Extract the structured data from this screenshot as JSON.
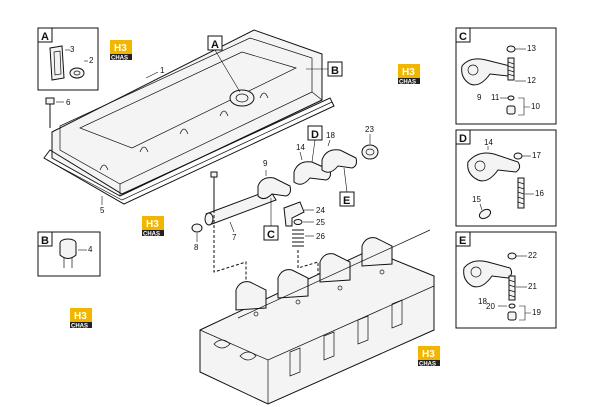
{
  "insets": {
    "A": {
      "letter": "A",
      "labels": [
        "3",
        "2"
      ]
    },
    "B": {
      "letter": "B",
      "labels": [
        "4"
      ]
    },
    "C": {
      "letter": "C",
      "labels": [
        "13",
        "12",
        "9",
        "11",
        "10"
      ]
    },
    "D": {
      "letter": "D",
      "labels": [
        "14",
        "17",
        "16",
        "15"
      ]
    },
    "E": {
      "letter": "E",
      "labels": [
        "22",
        "21",
        "18",
        "20",
        "19"
      ]
    }
  },
  "main_labels": [
    "1",
    "6",
    "5",
    "9",
    "14",
    "18",
    "23",
    "8",
    "7",
    "24",
    "25",
    "26"
  ],
  "callouts": [
    "A",
    "B",
    "C",
    "D",
    "E"
  ],
  "watermark": {
    "top": "H3",
    "bottom": "CHAS"
  },
  "colors": {
    "watermark_yellow": "#f2b600",
    "watermark_dark": "#222222",
    "line": "#111111"
  }
}
